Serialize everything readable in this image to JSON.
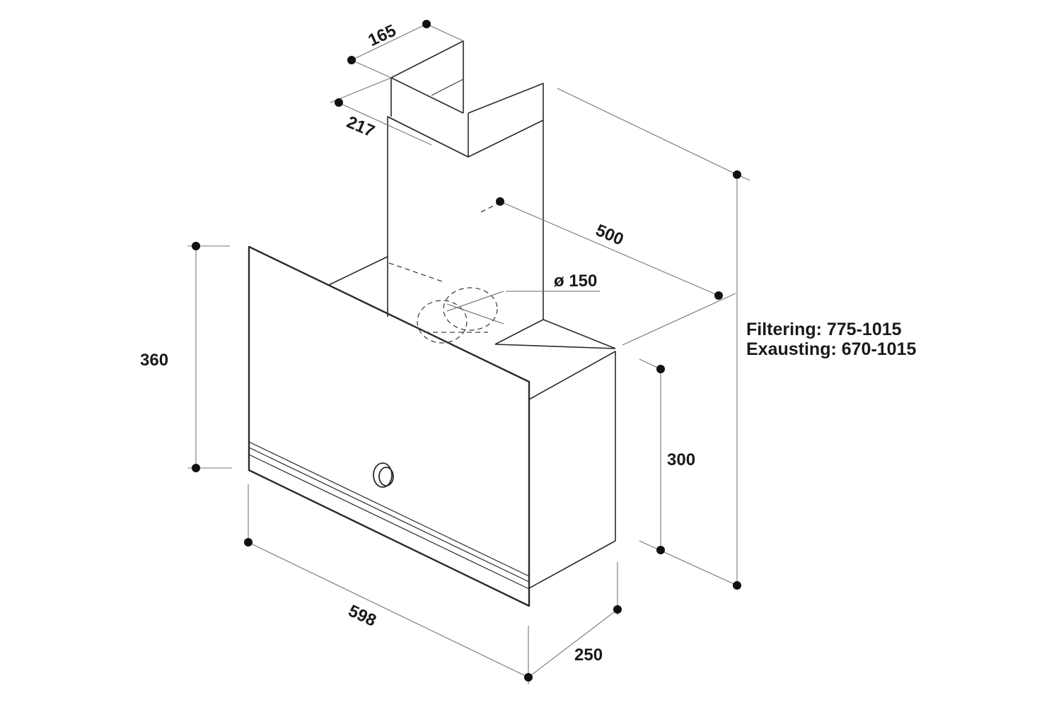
{
  "dimensions": {
    "chimney_depth": "165",
    "chimney_width": "217",
    "chimney_offset": "500",
    "outlet_diameter": "ø 150",
    "glass_height": "360",
    "body_height": "300",
    "width": "598",
    "depth": "250"
  },
  "height_note": {
    "filtering": "Filtering: 775-1015",
    "exhausting": "Exausting: 670-1015"
  },
  "colors": {
    "line": "#2a2a2a",
    "thin": "#777777",
    "dot": "#111111"
  }
}
